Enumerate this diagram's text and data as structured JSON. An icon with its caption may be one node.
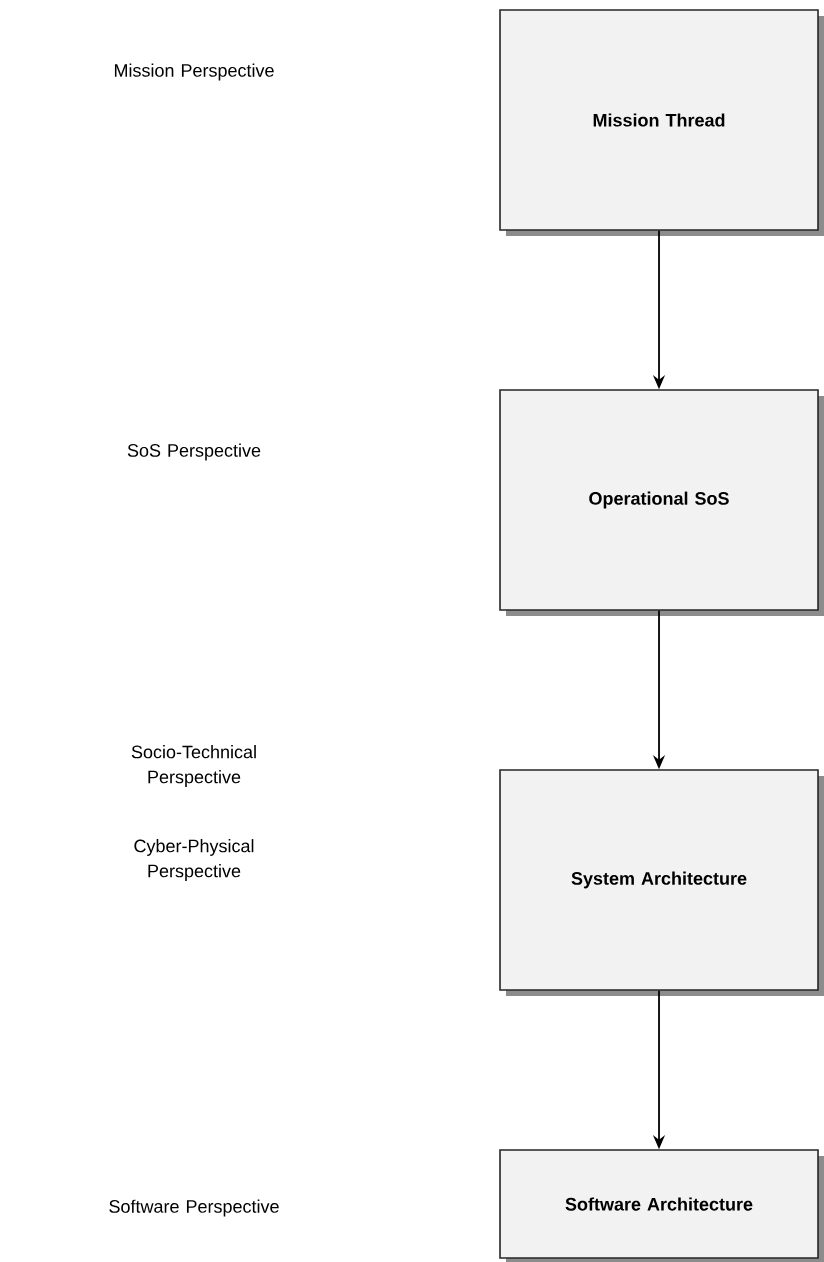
{
  "diagram": {
    "nodes": [
      {
        "text": [
          "Mission Thread"
        ]
      },
      {
        "text": [
          "Operational SoS"
        ]
      },
      {
        "text": [
          "System Architecture"
        ]
      },
      {
        "text": [
          "Software Architecture"
        ]
      }
    ],
    "edges": [
      {
        "from": 0,
        "to": 1,
        "arrow": "to"
      },
      {
        "from": 1,
        "to": 2,
        "arrow": "to"
      },
      {
        "from": 2,
        "to": 3,
        "arrow": "to"
      }
    ],
    "labels": [
      "Mission Perspective",
      "SoS Perspective",
      "Socio-Technical Perspective",
      "Cyber-Physical Perspective",
      "Software Perspective"
    ]
  }
}
